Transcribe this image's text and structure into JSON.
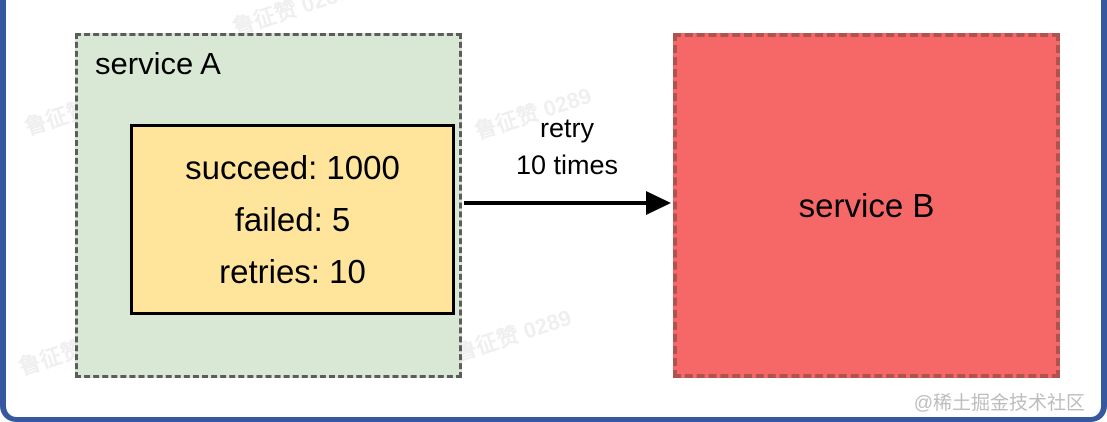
{
  "diagram": {
    "service_a": {
      "label": "service A",
      "fill": "#d9e8d5",
      "border_color": "#5c5c5c",
      "stats_box": {
        "fill": "#ffe49c",
        "border_color": "#000000",
        "lines": [
          "succeed: 1000",
          "failed: 5",
          "retries: 10"
        ]
      }
    },
    "arrow": {
      "label_line1": "retry",
      "label_line2": "10 times",
      "color": "#000000",
      "direction": "right"
    },
    "service_b": {
      "label": "service B",
      "fill": "#f56867",
      "border_color": "#b0524e"
    }
  },
  "frame": {
    "border_color": "#35589f",
    "background": "#ffffff"
  },
  "watermarks": {
    "tiled_text": "鲁征赞 0289",
    "tiled_color": "#e9e9e9",
    "bottom_right": "@稀土掘金技术社区",
    "bottom_right_color": "#bdbdbd"
  }
}
